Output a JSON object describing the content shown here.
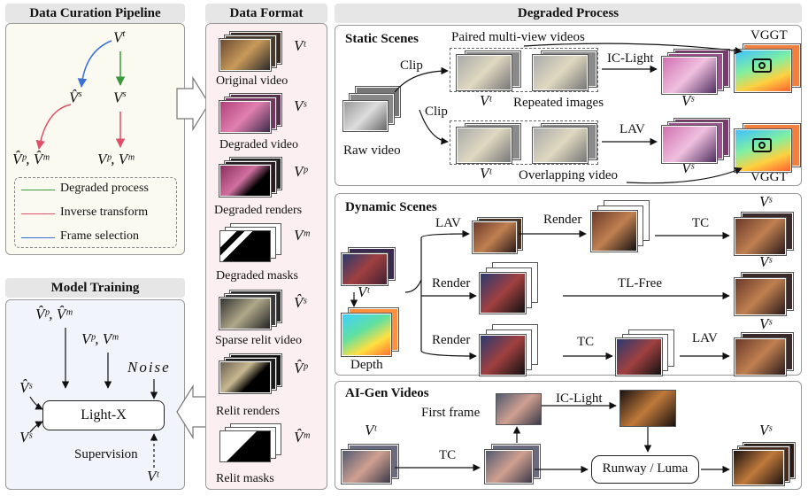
{
  "curation": {
    "title": "Data Curation Pipeline",
    "vt": "V",
    "vt_sup": "t",
    "vs_hat": "V̂",
    "vs_hat_sup": "s",
    "vs": "V",
    "vs_sup": "s",
    "left_pair": "V̂ᵖ, V̂ᵐ",
    "right_pair": "Vᵖ, Vᵐ",
    "legend": [
      {
        "label": "Degraded process",
        "color": "#3a9a3a"
      },
      {
        "label": "Inverse transform",
        "color": "#e0506a"
      },
      {
        "label": "Frame selection",
        "color": "#3a6fd8"
      }
    ]
  },
  "training": {
    "title": "Model Training",
    "pair_hat": "V̂ᵖ, V̂ᵐ",
    "pair": "Vᵖ, Vᵐ",
    "noise": "Noise",
    "vs_hat": "V̂ˢ",
    "vs": "Vˢ",
    "model": "Light-X",
    "supervision": "Supervision",
    "vt": "Vᵗ"
  },
  "format": {
    "title": "Data Format",
    "items": [
      {
        "label": "Original video",
        "symbol": "Vᵗ"
      },
      {
        "label": "Degraded video",
        "symbol": "Vˢ"
      },
      {
        "label": "Degraded renders",
        "symbol": "Vᵖ"
      },
      {
        "label": "Degraded masks",
        "symbol": "Vᵐ"
      },
      {
        "label": "Sparse relit video",
        "symbol": "V̂ˢ"
      },
      {
        "label": "Relit renders",
        "symbol": "V̂ᵖ"
      },
      {
        "label": "Relit masks",
        "symbol": "V̂ᵐ"
      }
    ]
  },
  "degraded": {
    "title": "Degraded Process",
    "static": {
      "title": "Static Scenes",
      "paired": "Paired multi-view videos",
      "vggt": "VGGT",
      "clip": "Clip",
      "ic_light": "IC-Light",
      "repeated": "Repeated images",
      "raw": "Raw video",
      "lav": "LAV",
      "overlapping": "Overlapping video",
      "vt": "Vᵗ",
      "vs": "Vˢ"
    },
    "dynamic": {
      "title": "Dynamic Scenes",
      "lav": "LAV",
      "render": "Render",
      "tc": "TC",
      "tl_free": "TL-Free",
      "depth": "Depth",
      "vt": "Vᵗ",
      "vs": "Vˢ"
    },
    "aigen": {
      "title": "AI-Gen Videos",
      "first_frame": "First frame",
      "ic_light": "IC-Light",
      "tc": "TC",
      "runway": "Runway / Luma",
      "vt": "Vᵗ",
      "vs": "Vˢ"
    }
  }
}
